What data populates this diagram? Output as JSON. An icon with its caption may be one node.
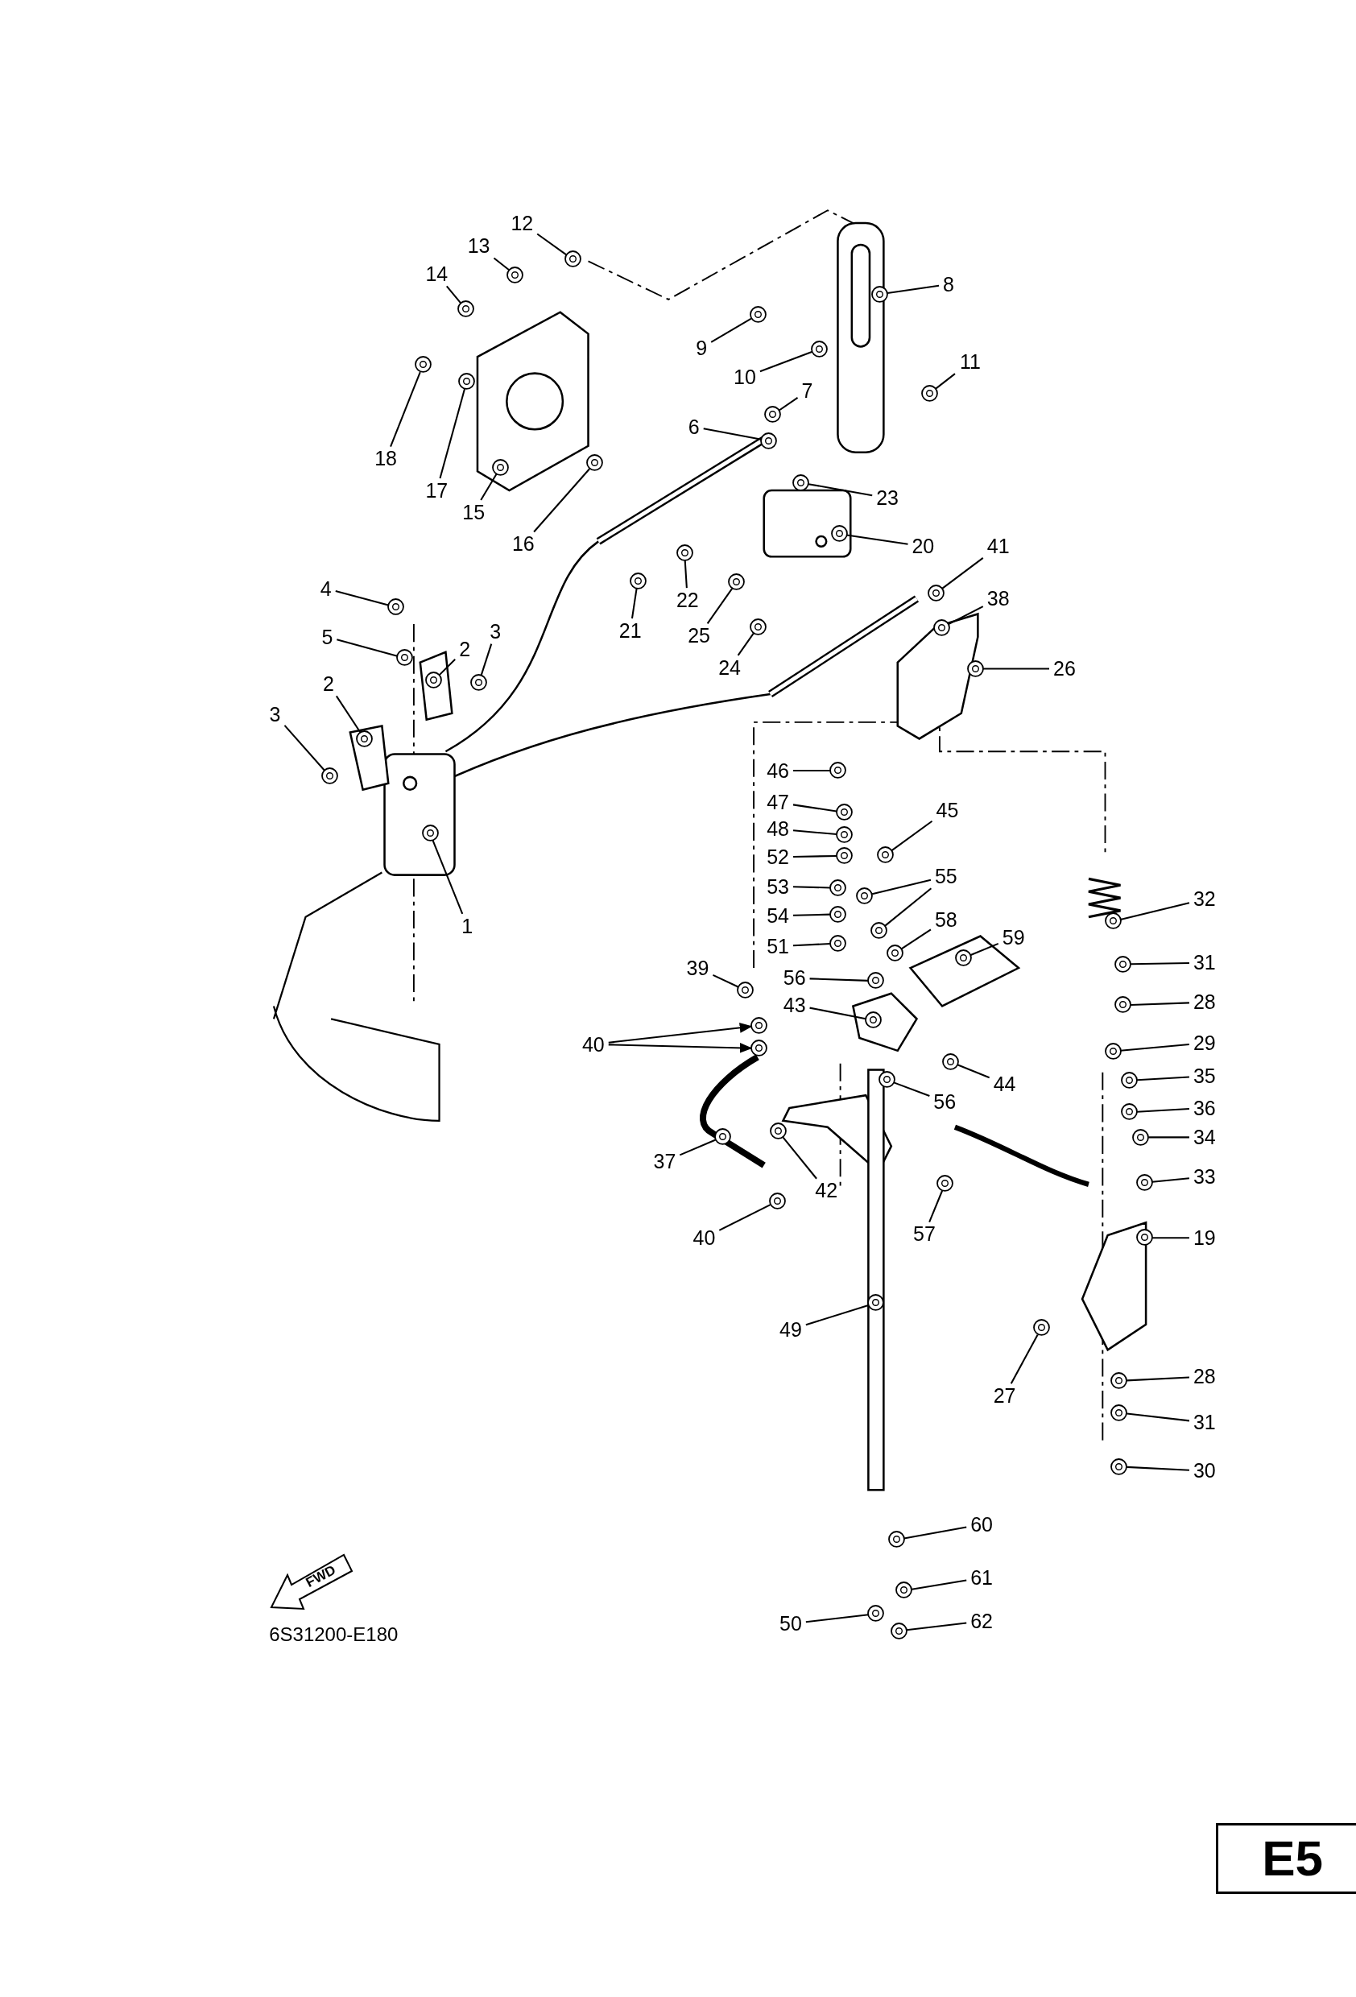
{
  "diagram": {
    "nodes": [
      {
        "text": [
          "12"
        ]
      },
      {
        "text": [
          "13"
        ]
      },
      {
        "text": [
          "14"
        ]
      },
      {
        "text": [
          "8"
        ]
      },
      {
        "text": [
          "9"
        ]
      },
      {
        "text": [
          "11"
        ]
      },
      {
        "text": [
          "10"
        ]
      },
      {
        "text": [
          "7"
        ]
      },
      {
        "text": [
          "6"
        ]
      },
      {
        "text": [
          "18"
        ]
      },
      {
        "text": [
          "17"
        ]
      },
      {
        "text": [
          "23"
        ]
      },
      {
        "text": [
          "15"
        ]
      },
      {
        "text": [
          "16"
        ]
      },
      {
        "text": [
          "20"
        ]
      },
      {
        "text": [
          "41"
        ]
      },
      {
        "text": [
          "4"
        ]
      },
      {
        "text": [
          "38"
        ]
      },
      {
        "text": [
          "22"
        ]
      },
      {
        "text": [
          "21"
        ]
      },
      {
        "text": [
          "3"
        ]
      },
      {
        "text": [
          "25"
        ]
      },
      {
        "text": [
          "5"
        ]
      },
      {
        "text": [
          "2"
        ]
      },
      {
        "text": [
          "24"
        ]
      },
      {
        "text": [
          "26"
        ]
      },
      {
        "text": [
          "2"
        ]
      },
      {
        "text": [
          "3"
        ]
      },
      {
        "text": [
          "46"
        ]
      },
      {
        "text": [
          "47"
        ]
      },
      {
        "text": [
          "45"
        ]
      },
      {
        "text": [
          "48"
        ]
      },
      {
        "text": [
          "52"
        ]
      },
      {
        "text": [
          "55"
        ]
      },
      {
        "text": [
          "53"
        ]
      },
      {
        "text": [
          "32"
        ]
      },
      {
        "text": [
          "54"
        ]
      },
      {
        "text": [
          "58"
        ]
      },
      {
        "text": [
          "1"
        ]
      },
      {
        "text": [
          "59"
        ]
      },
      {
        "text": [
          "51"
        ]
      },
      {
        "text": [
          "31"
        ]
      },
      {
        "text": [
          "39"
        ]
      },
      {
        "text": [
          "56"
        ]
      },
      {
        "text": [
          "28"
        ]
      },
      {
        "text": [
          "43"
        ]
      },
      {
        "text": [
          "29"
        ]
      },
      {
        "text": [
          "40"
        ]
      },
      {
        "text": [
          "35"
        ]
      },
      {
        "text": [
          "44"
        ]
      },
      {
        "text": [
          "56"
        ]
      },
      {
        "text": [
          "36"
        ]
      },
      {
        "text": [
          "34"
        ]
      },
      {
        "text": [
          "37"
        ]
      },
      {
        "text": [
          "33"
        ]
      },
      {
        "text": [
          "42"
        ]
      },
      {
        "text": [
          "57"
        ]
      },
      {
        "text": [
          "40"
        ]
      },
      {
        "text": [
          "19"
        ]
      },
      {
        "text": [
          "49"
        ]
      },
      {
        "text": [
          "28"
        ]
      },
      {
        "text": [
          "27"
        ]
      },
      {
        "text": [
          "31"
        ]
      },
      {
        "text": [
          "30"
        ]
      },
      {
        "text": [
          "60"
        ]
      },
      {
        "text": [
          "61"
        ]
      },
      {
        "text": [
          "62"
        ]
      },
      {
        "text": [
          "50"
        ]
      },
      {
        "text": [],
        "shape": "circle"
      },
      {
        "text": [],
        "shape": "circle"
      },
      {
        "text": [],
        "shape": "circle"
      },
      {
        "text": [],
        "shape": "circle"
      },
      {
        "text": [],
        "shape": "circle"
      },
      {
        "text": [],
        "shape": "circle"
      },
      {
        "text": [],
        "shape": "circle"
      },
      {
        "text": [],
        "shape": "circle"
      },
      {
        "text": [],
        "shape": "circle"
      },
      {
        "text": [],
        "shape": "circle"
      },
      {
        "text": [],
        "shape": "circle"
      },
      {
        "text": [],
        "shape": "circle"
      },
      {
        "text": [],
        "shape": "circle"
      },
      {
        "text": [],
        "shape": "circle"
      },
      {
        "text": [],
        "shape": "circle"
      },
      {
        "text": [],
        "shape": "circle"
      },
      {
        "text": [],
        "shape": "circle"
      },
      {
        "text": [],
        "shape": "circle"
      },
      {
        "text": [],
        "shape": "circle"
      },
      {
        "text": [],
        "shape": "circle"
      },
      {
        "text": [],
        "shape": "circle"
      },
      {
        "text": [],
        "shape": "circle"
      },
      {
        "text": [],
        "shape": "circle"
      },
      {
        "text": [],
        "shape": "circle"
      },
      {
        "text": [],
        "shape": "circle"
      },
      {
        "text": [],
        "shape": "circle"
      },
      {
        "text": [],
        "shape": "circle"
      },
      {
        "text": [],
        "shape": "circle"
      },
      {
        "text": [],
        "shape": "circle"
      },
      {
        "text": [],
        "shape": "circle"
      },
      {
        "text": [],
        "shape": "circle"
      },
      {
        "text": [],
        "shape": "circle"
      },
      {
        "text": [],
        "shape": "circle"
      },
      {
        "text": [],
        "shape": "circle"
      },
      {
        "text": [],
        "shape": "circle"
      },
      {
        "text": [],
        "shape": "circle"
      },
      {
        "text": [],
        "shape": "circle"
      },
      {
        "text": [],
        "shape": "circle"
      },
      {
        "text": [],
        "shape": "circle"
      },
      {
        "text": [],
        "shape": "circle"
      },
      {
        "text": [],
        "shape": "circle"
      },
      {
        "text": [],
        "shape": "circle"
      },
      {
        "text": [],
        "shape": "circle"
      },
      {
        "text": [],
        "shape": "circle"
      },
      {
        "text": [],
        "shape": "circle"
      },
      {
        "text": [],
        "shape": "circle"
      },
      {
        "text": [],
        "shape": "circle"
      },
      {
        "text": [],
        "shape": "circle"
      },
      {
        "text": [],
        "shape": "circle"
      },
      {
        "text": [],
        "shape": "circle"
      },
      {
        "text": [],
        "shape": "circle"
      },
      {
        "text": [],
        "shape": "circle"
      },
      {
        "text": [],
        "shape": "circle"
      },
      {
        "text": [],
        "shape": "circle"
      },
      {
        "text": [],
        "shape": "circle"
      },
      {
        "text": [],
        "shape": "circle"
      },
      {
        "text": [],
        "shape": "circle"
      },
      {
        "text": [],
        "shape": "circle"
      },
      {
        "text": [],
        "shape": "circle"
      },
      {
        "text": [],
        "shape": "circle"
      },
      {
        "text": [],
        "shape": "circle"
      },
      {
        "text": [],
        "shape": "circle"
      },
      {
        "text": [],
        "shape": "circle"
      },
      {
        "text": [],
        "shape": "circle"
      },
      {
        "text": [],
        "shape": "circle"
      },
      {
        "text": [],
        "shape": "circle"
      },
      {
        "text": [],
        "shape": "circle"
      },
      {
        "text": [],
        "shape": "circle"
      },
      {
        "text": [],
        "shape": "circle"
      },
      {
        "text": [],
        "shape": "circle"
      }
    ],
    "edges": [
      {
        "from": 0,
        "to": 68,
        "arrow": "none"
      },
      {
        "from": 1,
        "to": 69,
        "arrow": "none"
      },
      {
        "from": 2,
        "to": 70,
        "arrow": "none"
      },
      {
        "from": 3,
        "to": 71,
        "arrow": "none"
      },
      {
        "from": 4,
        "to": 72,
        "arrow": "none"
      },
      {
        "from": 5,
        "to": 73,
        "arrow": "none"
      },
      {
        "from": 6,
        "to": 74,
        "arrow": "none"
      },
      {
        "from": 7,
        "to": 75,
        "arrow": "none"
      },
      {
        "from": 8,
        "to": 76,
        "arrow": "none"
      },
      {
        "from": 9,
        "to": 77,
        "arrow": "none"
      },
      {
        "from": 10,
        "to": 78,
        "arrow": "none"
      },
      {
        "from": 11,
        "to": 79,
        "arrow": "none"
      },
      {
        "from": 12,
        "to": 80,
        "arrow": "none"
      },
      {
        "from": 13,
        "to": 81,
        "arrow": "none"
      },
      {
        "from": 14,
        "to": 82,
        "arrow": "none"
      },
      {
        "from": 15,
        "to": 83,
        "arrow": "none"
      },
      {
        "from": 16,
        "to": 84,
        "arrow": "none"
      },
      {
        "from": 17,
        "to": 85,
        "arrow": "none"
      },
      {
        "from": 18,
        "to": 86,
        "arrow": "none"
      },
      {
        "from": 19,
        "to": 87,
        "arrow": "none"
      },
      {
        "from": 20,
        "to": 88,
        "arrow": "none"
      },
      {
        "from": 21,
        "to": 89,
        "arrow": "none"
      },
      {
        "from": 22,
        "to": 90,
        "arrow": "none"
      },
      {
        "from": 23,
        "to": 91,
        "arrow": "none"
      },
      {
        "from": 24,
        "to": 92,
        "arrow": "none"
      },
      {
        "from": 25,
        "to": 93,
        "arrow": "none"
      },
      {
        "from": 26,
        "to": 94,
        "arrow": "none"
      },
      {
        "from": 27,
        "to": 95,
        "arrow": "none"
      },
      {
        "from": 28,
        "to": 96,
        "arrow": "none"
      },
      {
        "from": 29,
        "to": 97,
        "arrow": "none"
      },
      {
        "from": 30,
        "to": 98,
        "arrow": "none"
      },
      {
        "from": 31,
        "to": 99,
        "arrow": "none"
      },
      {
        "from": 32,
        "to": 100,
        "arrow": "none"
      },
      {
        "from": 33,
        "to": 101,
        "arrow": "none"
      },
      {
        "from": 33,
        "to": 102,
        "arrow": "none"
      },
      {
        "from": 34,
        "to": 103,
        "arrow": "none"
      },
      {
        "from": 35,
        "to": 104,
        "arrow": "none"
      },
      {
        "from": 36,
        "to": 105,
        "arrow": "none"
      },
      {
        "from": 37,
        "to": 106,
        "arrow": "none"
      },
      {
        "from": 38,
        "to": 107,
        "arrow": "none"
      },
      {
        "from": 39,
        "to": 108,
        "arrow": "none"
      },
      {
        "from": 40,
        "to": 109,
        "arrow": "none"
      },
      {
        "from": 41,
        "to": 110,
        "arrow": "none"
      },
      {
        "from": 42,
        "to": 111,
        "arrow": "none"
      },
      {
        "from": 43,
        "to": 112,
        "arrow": "none"
      },
      {
        "from": 44,
        "to": 113,
        "arrow": "none"
      },
      {
        "from": 45,
        "to": 114,
        "arrow": "none"
      },
      {
        "from": 46,
        "to": 115,
        "arrow": "none"
      },
      {
        "from": 47,
        "to": 116,
        "arrow": "to"
      },
      {
        "from": 47,
        "to": 117,
        "arrow": "to"
      },
      {
        "from": 48,
        "to": 118,
        "arrow": "none"
      },
      {
        "from": 49,
        "to": 119,
        "arrow": "none"
      },
      {
        "from": 50,
        "to": 120,
        "arrow": "none"
      },
      {
        "from": 51,
        "to": 121,
        "arrow": "none"
      },
      {
        "from": 52,
        "to": 122,
        "arrow": "none"
      },
      {
        "from": 53,
        "to": 123,
        "arrow": "none"
      },
      {
        "from": 54,
        "to": 124,
        "arrow": "none"
      },
      {
        "from": 55,
        "to": 125,
        "arrow": "none"
      },
      {
        "from": 56,
        "to": 126,
        "arrow": "none"
      },
      {
        "from": 57,
        "to": 127,
        "arrow": "none"
      },
      {
        "from": 58,
        "to": 128,
        "arrow": "none"
      },
      {
        "from": 59,
        "to": 129,
        "arrow": "none"
      },
      {
        "from": 60,
        "to": 130,
        "arrow": "none"
      },
      {
        "from": 61,
        "to": 131,
        "arrow": "none"
      },
      {
        "from": 62,
        "to": 132,
        "arrow": "none"
      },
      {
        "from": 63,
        "to": 133,
        "arrow": "none"
      },
      {
        "from": 64,
        "to": 134,
        "arrow": "none"
      },
      {
        "from": 65,
        "to": 135,
        "arrow": "none"
      },
      {
        "from": 66,
        "to": 136,
        "arrow": "none"
      },
      {
        "from": 67,
        "to": 137,
        "arrow": "none"
      }
    ],
    "labels": [
      "FWD",
      "6S31200-E180",
      "E5"
    ]
  }
}
